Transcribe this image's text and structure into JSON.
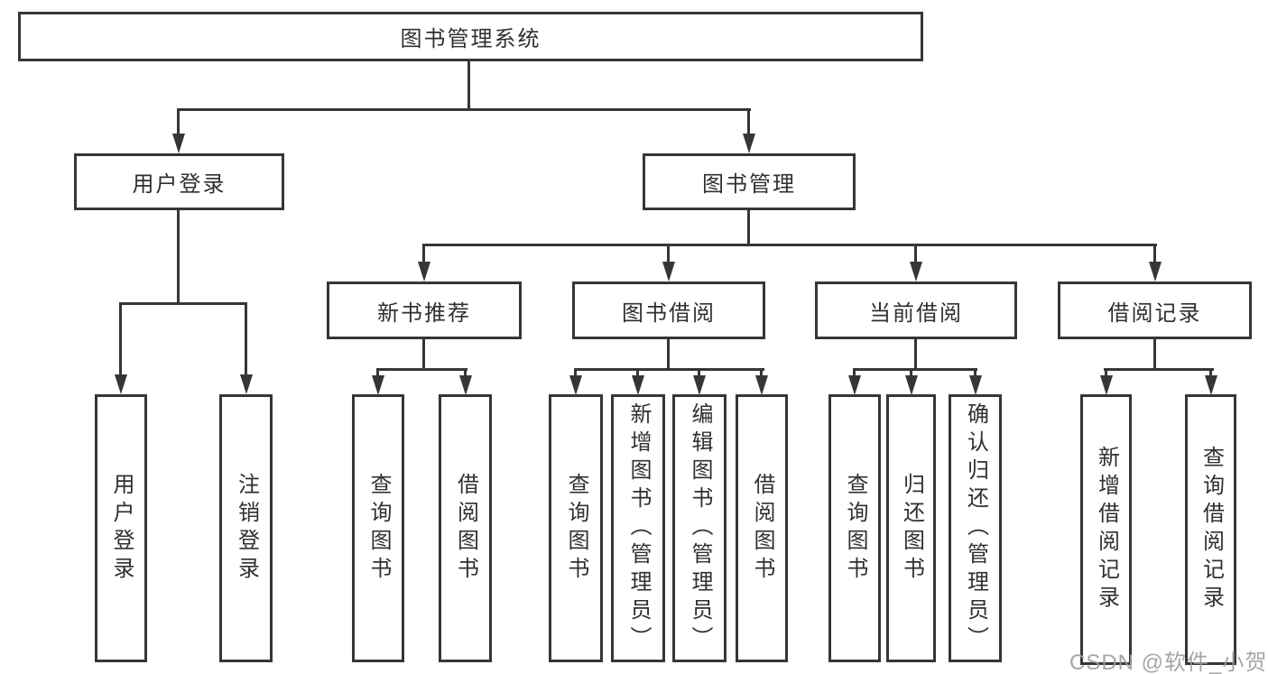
{
  "diagram": {
    "type": "hierarchy-tree",
    "levels": 4
  },
  "nodes": {
    "root": {
      "label": "图书管理系统"
    },
    "user_login": {
      "label": "用户登录"
    },
    "book_mgmt": {
      "label": "图书管理"
    },
    "new_books": {
      "label": "新书推荐"
    },
    "book_borrow": {
      "label": "图书借阅"
    },
    "current_borrow": {
      "label": "当前借阅"
    },
    "borrow_records": {
      "label": "借阅记录"
    },
    "login_user": {
      "label": "用户登录"
    },
    "logout": {
      "label": "注销登录"
    },
    "nb_query": {
      "label": "查询图书"
    },
    "nb_borrow": {
      "label": "借阅图书"
    },
    "bb_query": {
      "label": "查询图书"
    },
    "bb_add": {
      "label": "新增图书（管理员）"
    },
    "bb_edit": {
      "label": "编辑图书（管理员）"
    },
    "bb_borrow": {
      "label": "借阅图书"
    },
    "cb_query": {
      "label": "查询图书"
    },
    "cb_return": {
      "label": "归还图书"
    },
    "cb_confirm": {
      "label": "确认归还（管理员）"
    },
    "br_add": {
      "label": "新增借阅记录"
    },
    "br_query": {
      "label": "查询借阅记录"
    }
  },
  "edges": [
    [
      "root",
      "user_login"
    ],
    [
      "root",
      "book_mgmt"
    ],
    [
      "user_login",
      "login_user"
    ],
    [
      "user_login",
      "logout"
    ],
    [
      "book_mgmt",
      "new_books"
    ],
    [
      "book_mgmt",
      "book_borrow"
    ],
    [
      "book_mgmt",
      "current_borrow"
    ],
    [
      "book_mgmt",
      "borrow_records"
    ],
    [
      "new_books",
      "nb_query"
    ],
    [
      "new_books",
      "nb_borrow"
    ],
    [
      "book_borrow",
      "bb_query"
    ],
    [
      "book_borrow",
      "bb_add"
    ],
    [
      "book_borrow",
      "bb_edit"
    ],
    [
      "book_borrow",
      "bb_borrow"
    ],
    [
      "current_borrow",
      "cb_query"
    ],
    [
      "current_borrow",
      "cb_return"
    ],
    [
      "current_borrow",
      "cb_confirm"
    ],
    [
      "borrow_records",
      "br_add"
    ],
    [
      "borrow_records",
      "br_query"
    ]
  ],
  "watermark": {
    "text": "CSDN @软件_小贺同学"
  },
  "colors": {
    "line": "#363636",
    "text": "#303030",
    "watermark": "#9c9c9c",
    "background": "#ffffff"
  }
}
